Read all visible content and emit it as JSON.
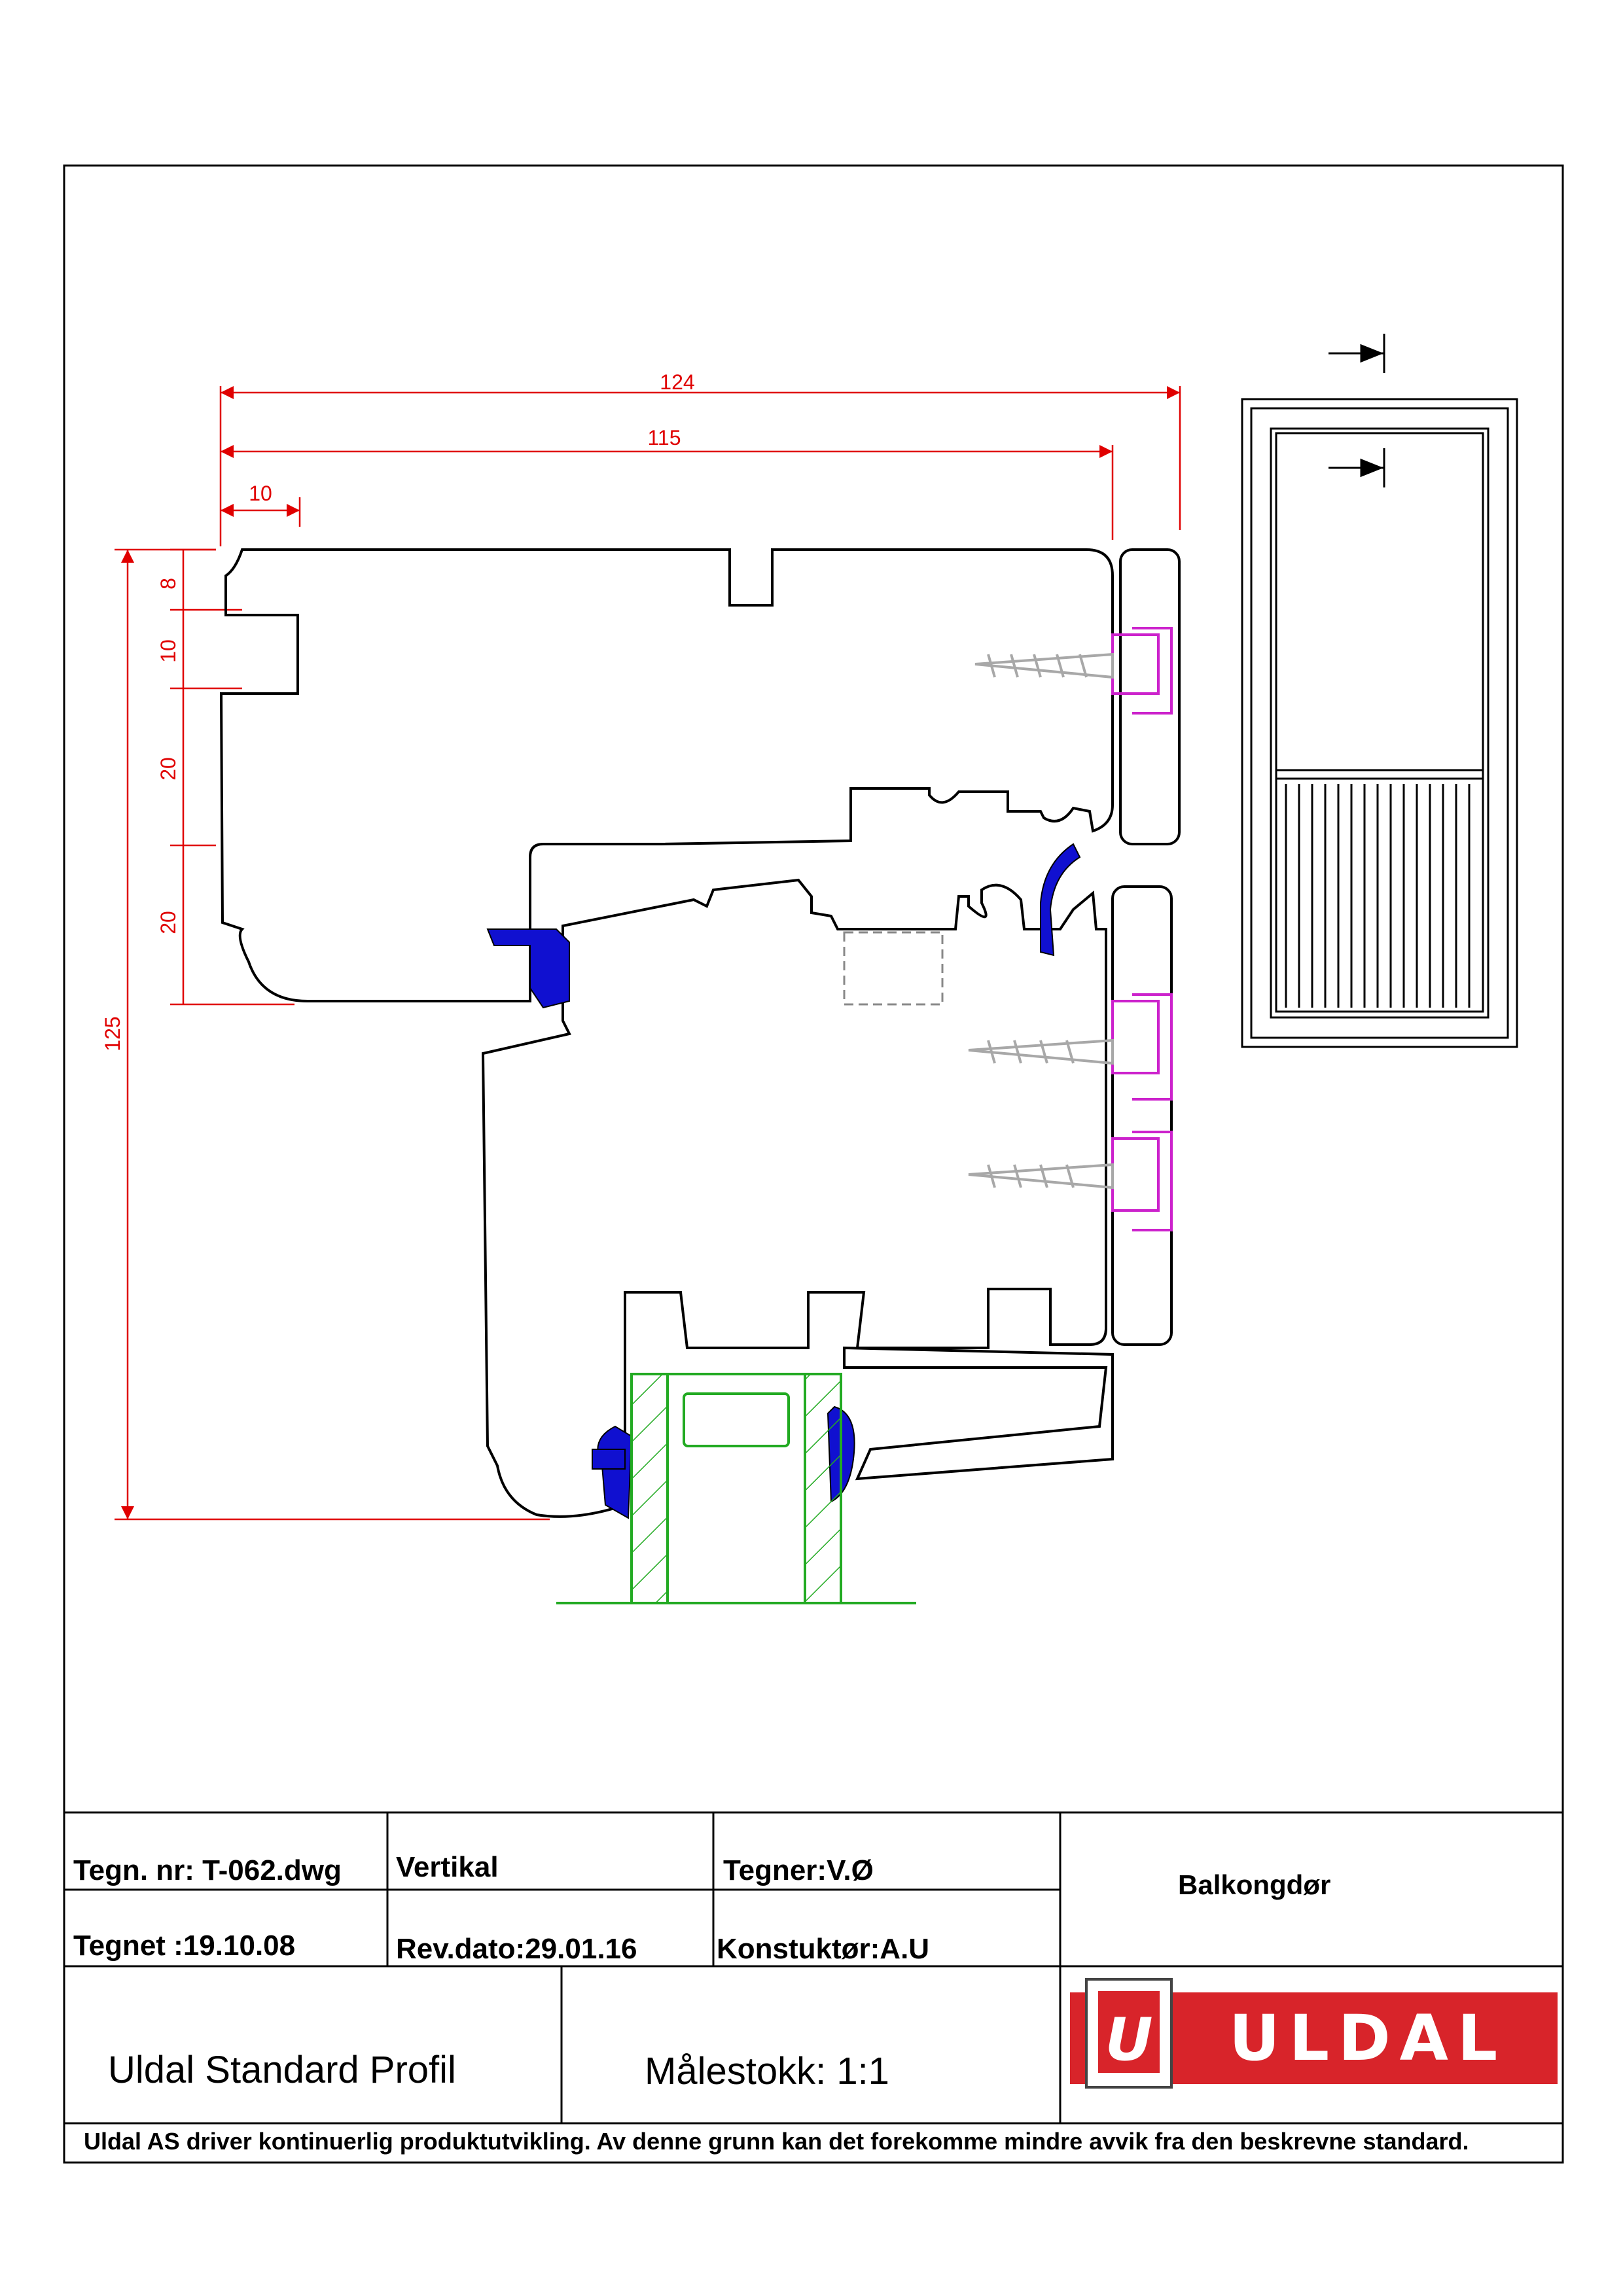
{
  "dimensions": {
    "width_124": "124",
    "width_115": "115",
    "width_10": "10",
    "height_8": "8",
    "height_10": "10",
    "height_20a": "20",
    "height_20b": "20",
    "height_125": "125"
  },
  "title_block": {
    "drawing_number": "Tegn. nr: T-062.dwg",
    "section": "Vertikal",
    "drawn_by": "Tegner:V.Ø",
    "drawn_date": "Tegnet :19.10.08",
    "revision_date": "Rev.dato:29.01.16",
    "designer": "Konstuktør:A.U",
    "product": "Balkongdør",
    "profile": "Uldal Standard Profil",
    "scale": "Målestokk: 1:1",
    "logo_letter": "U",
    "logo_text": "ULDAL",
    "disclaimer": "Uldal AS driver kontinuerlig produktutvikling. Av denne grunn kan det forekomme mindre avvik fra den beskrevne standard."
  },
  "colors": {
    "dimension": "#e00000",
    "gasket": "#1010d0",
    "bracket": "#cc22cc",
    "glass_spacer": "#22aa22",
    "screw": "#a8a8a8",
    "logo_red": "#d8242a"
  }
}
